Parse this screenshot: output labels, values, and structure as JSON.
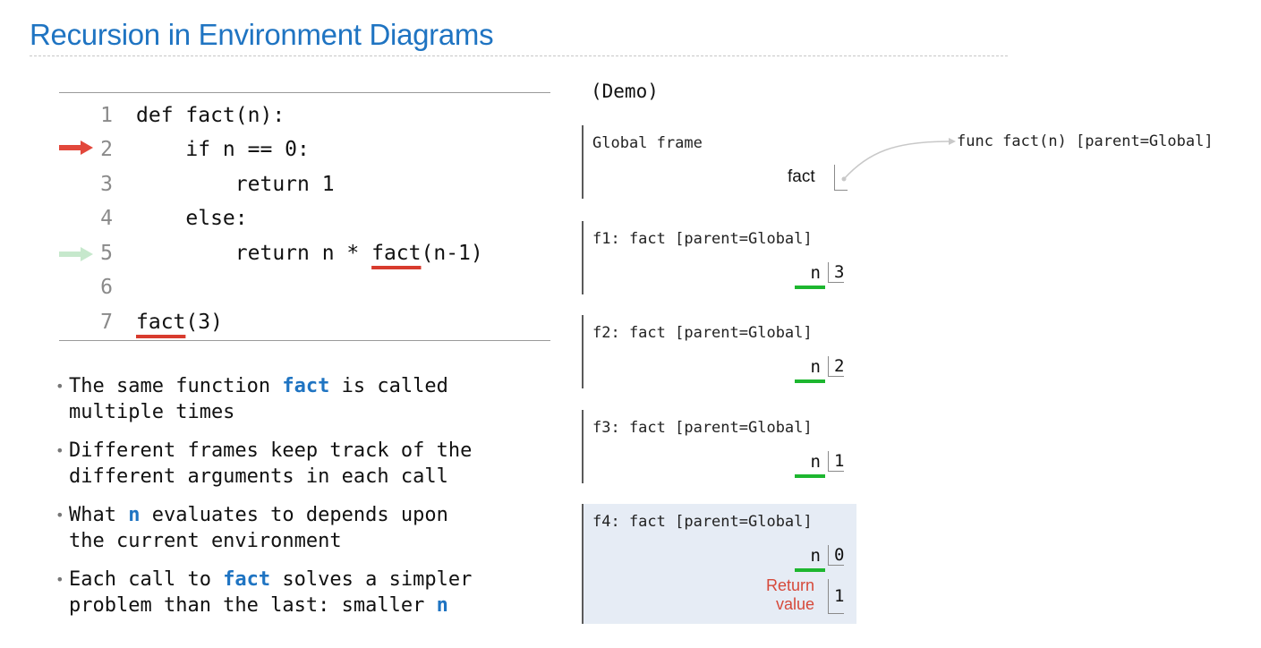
{
  "title": "Recursion in Environment Diagrams",
  "code": {
    "lines": [
      {
        "num": "1",
        "text": "def fact(n):"
      },
      {
        "num": "2",
        "text": "    if n == 0:"
      },
      {
        "num": "3",
        "text": "        return 1"
      },
      {
        "num": "4",
        "text": "    else:"
      },
      {
        "num": "5",
        "pre": "        return n * ",
        "call": "fact",
        "post": "(n-1)"
      },
      {
        "num": "6",
        "text": ""
      },
      {
        "num": "7",
        "call": "fact",
        "post": "(3)"
      }
    ],
    "current_line_arrow_color": "#e2473b",
    "next_line_arrow_color": "#c6e8cc",
    "underline_color": "#d83b2e"
  },
  "bullets": [
    {
      "parts": [
        {
          "t": "The same function "
        },
        {
          "k": "fact"
        },
        {
          "t": " is called\nmultiple times"
        }
      ]
    },
    {
      "parts": [
        {
          "t": "Different frames keep track of the\ndifferent arguments in each call"
        }
      ]
    },
    {
      "parts": [
        {
          "t": "What "
        },
        {
          "k": "n"
        },
        {
          "t": " evaluates to depends upon\nthe current environment"
        }
      ]
    },
    {
      "parts": [
        {
          "t": "Each call to "
        },
        {
          "k": "fact"
        },
        {
          "t": " solves a simpler\nproblem than the last: smaller "
        },
        {
          "k": "n"
        }
      ]
    }
  ],
  "demo_label": "(Demo)",
  "global_frame": {
    "name": "Global frame",
    "var": "fact"
  },
  "function_object": "func fact(n) [parent=Global]",
  "frames": [
    {
      "name": "f1: fact [parent=Global]",
      "var": "n",
      "value": "3"
    },
    {
      "name": "f2: fact [parent=Global]",
      "var": "n",
      "value": "2"
    },
    {
      "name": "f3: fact [parent=Global]",
      "var": "n",
      "value": "1"
    },
    {
      "name": "f4: fact [parent=Global]",
      "var": "n",
      "value": "0",
      "return_label_1": "Return",
      "return_label_2": "value",
      "return_value": "1"
    }
  ],
  "colors": {
    "title": "#1f74c2",
    "keyword": "#1f74c2",
    "highlight_green": "#1db62f",
    "active_frame_bg": "#e6ecf5",
    "return_label": "#d6493a"
  }
}
